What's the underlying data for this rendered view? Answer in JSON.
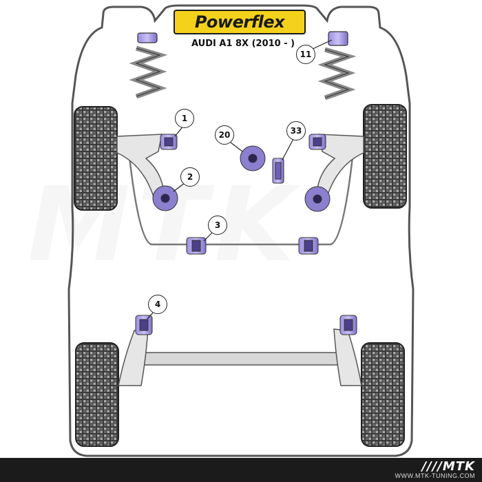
{
  "brand": {
    "logo_text": "Powerflex"
  },
  "vehicle": {
    "model": "AUDI A1 8X (2010 - )"
  },
  "callouts": [
    "1",
    "2",
    "3",
    "4",
    "11",
    "20",
    "33"
  ],
  "watermark": {
    "text": "MTK"
  },
  "footer": {
    "logo_text": "////MTK",
    "url": "WWW.MTK-TUNING.COM"
  },
  "colors": {
    "bushing_purple": "#8b7fd0",
    "bushing_dark": "#4d3f8a",
    "spring_grey": "#9a9a9a",
    "body_outline": "#555555",
    "logo_yellow": "#f4d21c"
  }
}
